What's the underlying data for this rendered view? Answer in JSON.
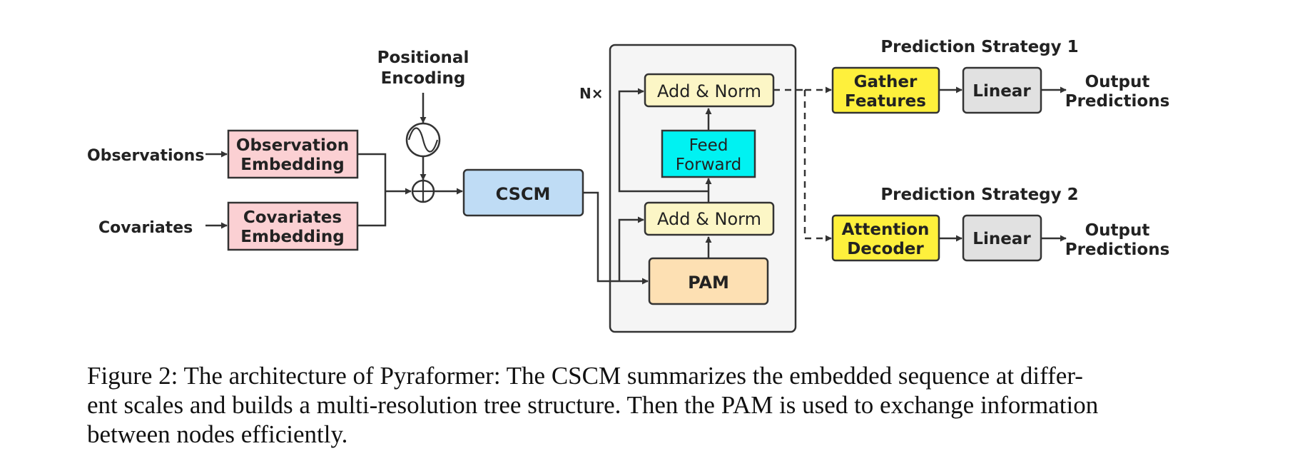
{
  "inputs": {
    "observations": "Observations",
    "covariates": "Covariates",
    "positional_encoding": [
      "Positional",
      "Encoding"
    ]
  },
  "embeddings": {
    "observation": [
      "Observation",
      "Embedding"
    ],
    "covariates": [
      "Covariates",
      "Embedding"
    ]
  },
  "cscm": "CSCM",
  "encoder": {
    "repeat": "N×",
    "add_norm_top": "Add & Norm",
    "feed_forward": [
      "Feed",
      "Forward"
    ],
    "add_norm_bottom": "Add & Norm",
    "pam": "PAM"
  },
  "strategy1": {
    "title": "Prediction Strategy 1",
    "module": [
      "Gather",
      "Features"
    ],
    "linear": "Linear",
    "output": [
      "Output",
      "Predictions"
    ]
  },
  "strategy2": {
    "title": "Prediction Strategy 2",
    "module": [
      "Attention",
      "Decoder"
    ],
    "linear": "Linear",
    "output": [
      "Output",
      "Predictions"
    ]
  },
  "caption": [
    "Figure 2: The architecture of Pyraformer: The CSCM summarizes the embedded sequence at differ-",
    "ent scales and builds a multi-resolution tree structure.  Then the PAM is used to exchange information",
    "between nodes efficiently."
  ],
  "colors": {
    "embedding": "#fbd0d3",
    "cscm": "#bfdcf5",
    "add_norm": "#fcf6c6",
    "feed_forward": "#00f2f2",
    "pam": "#fde0b3",
    "strategy_module": "#fef03c",
    "linear": "#e1e1e1",
    "encoder_block": "#f5f5f5"
  }
}
